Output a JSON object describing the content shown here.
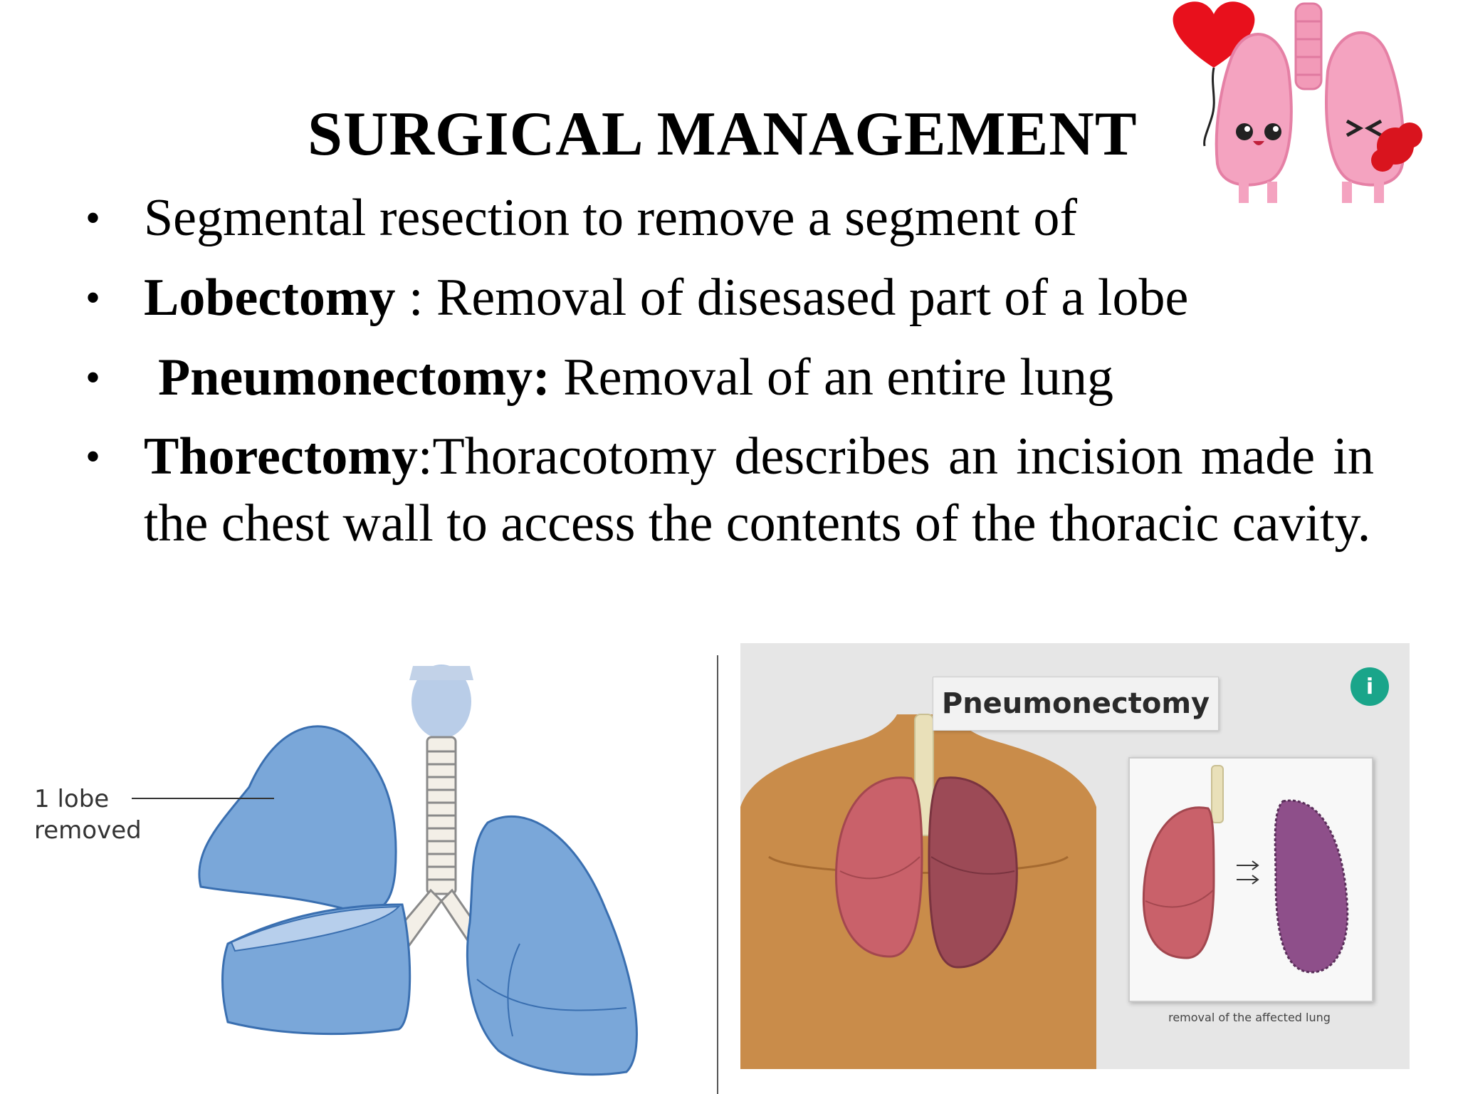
{
  "slide": {
    "title": "SURGICAL MANAGEMENT",
    "bullets": [
      {
        "term": "",
        "text": "Segmental resection to remove a segment of"
      },
      {
        "term": "Lobectomy",
        "text": " : Removal of disesased part of a lobe"
      },
      {
        "term": "Pneumonectomy:",
        "text": " Removal of an entire lung"
      },
      {
        "term": "Thorectomy",
        "text": ":Thoracotomy describes an incision made in the chest wall to access the contents of the thoracic cavity."
      }
    ]
  },
  "lobe_diagram": {
    "label": "1 lobe\nremoved",
    "lung_color": "#7aa7d9",
    "outline_color": "#3a6fb0"
  },
  "pneumonectomy_figure": {
    "title": "Pneumonectomy",
    "brand_mark": "i",
    "caption": "removal of the affected lung",
    "colors": {
      "skin": "#c98c4a",
      "lung": "#c9616a",
      "affected_lung": "#8e4f8a"
    }
  },
  "decoration": {
    "icon": "cartoon-lungs-with-heart-balloon-icon"
  }
}
